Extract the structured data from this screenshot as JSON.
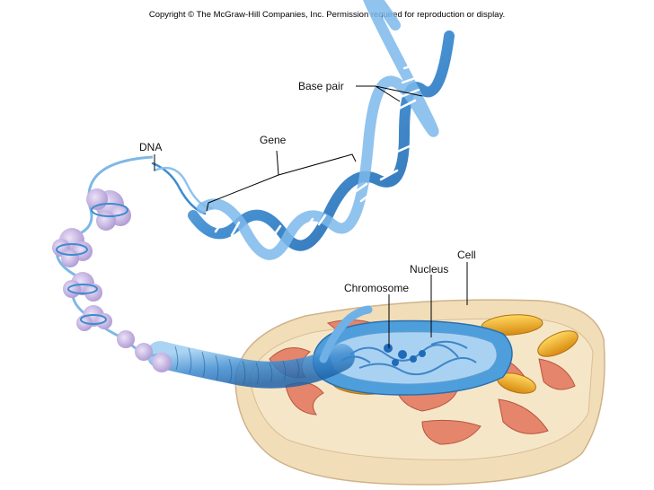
{
  "copyright": "Copyright © The McGraw-Hill Companies, Inc. Permission required for reproduction or display.",
  "labels": {
    "base_pair": "Base pair",
    "gene": "Gene",
    "dna": "DNA",
    "cell": "Cell",
    "nucleus": "Nucleus",
    "chromosome": "Chromosome"
  },
  "colors": {
    "dna_blue": "#2f7fc8",
    "dna_light": "#8ec3ec",
    "histone": "#c9b6e6",
    "cytoplasm": "#f3dcb5",
    "nucleus_blue": "#5aa7e0",
    "mitochondria": "#f0b020",
    "er_red": "#e07a62"
  }
}
